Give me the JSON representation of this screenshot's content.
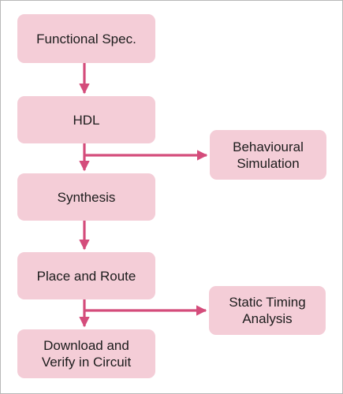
{
  "flow": {
    "functional_spec": "Functional Spec.",
    "hdl": "HDL",
    "synthesis": "Synthesis",
    "place_route": "Place and Route",
    "download_verify": "Download and\nVerify in Circuit",
    "behavioural_sim": "Behavioural\nSimulation",
    "static_timing": "Static Timing\nAnalysis"
  },
  "colors": {
    "box_fill": "#f4cdd7",
    "arrow": "#d44c7b",
    "border": "#b8b8b8"
  }
}
